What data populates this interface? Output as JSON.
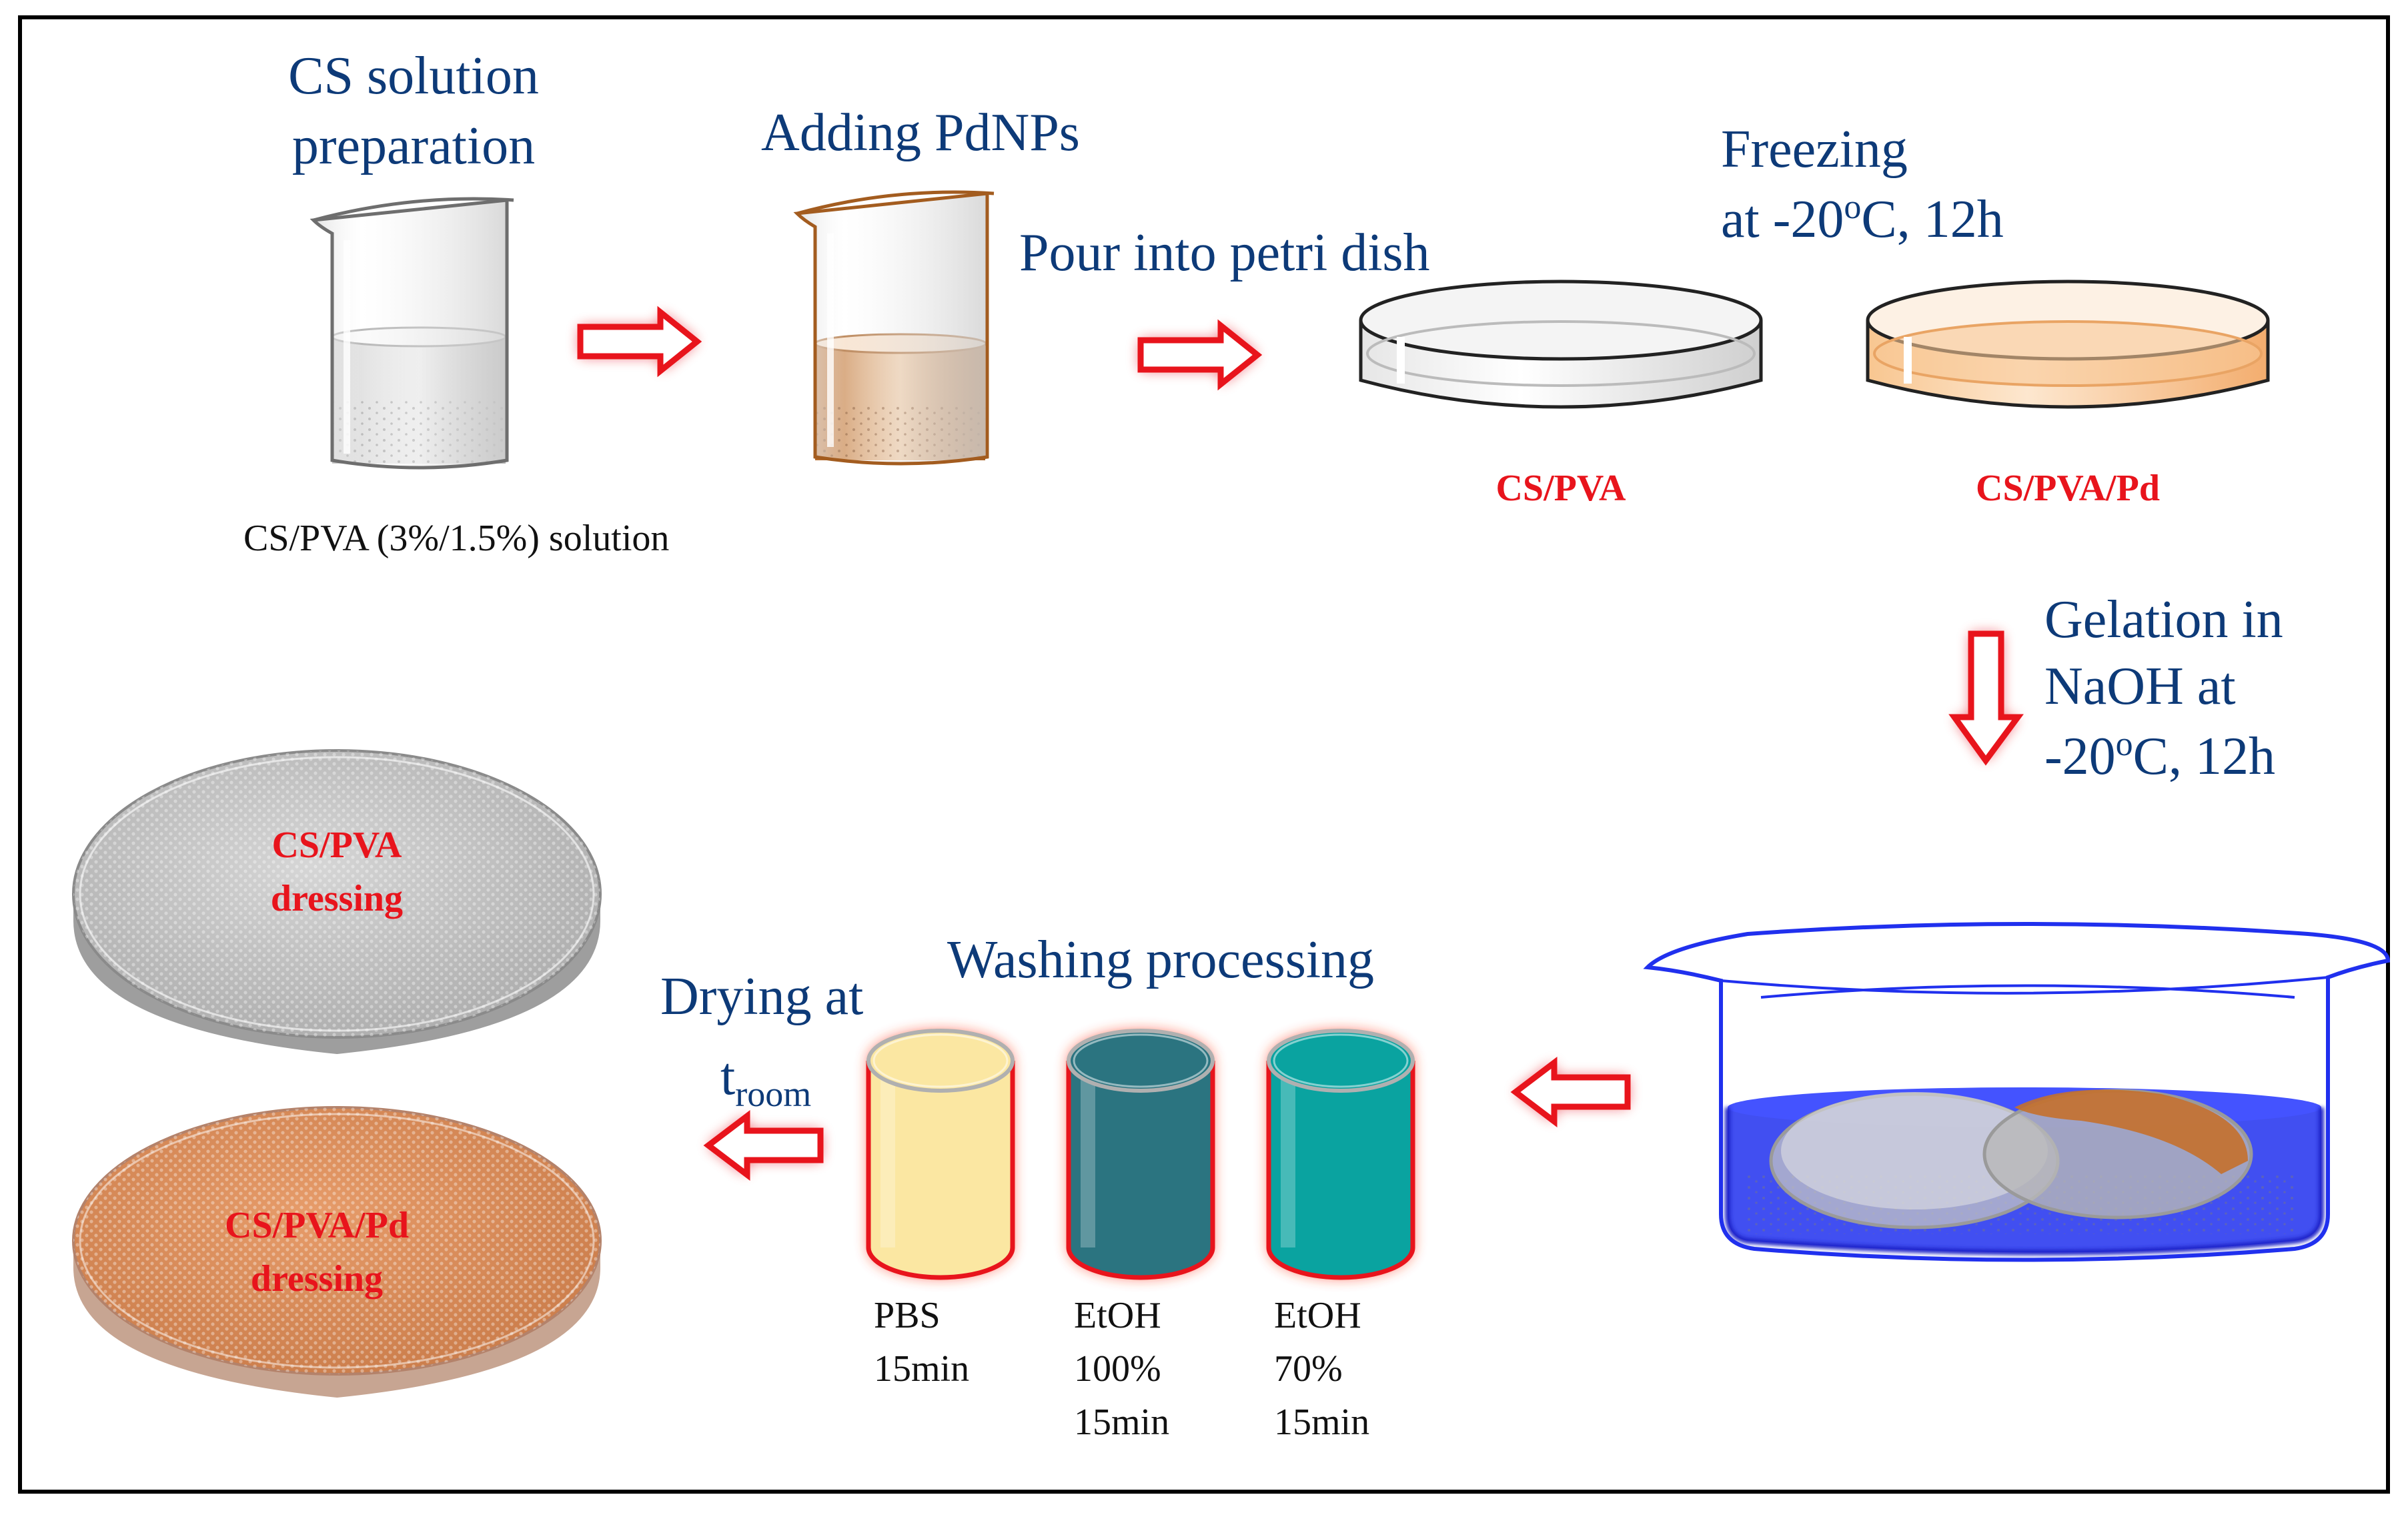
{
  "steps": {
    "cs_solution_line1": "CS solution",
    "cs_solution_line2": "preparation",
    "cs_pva_solution": "CS/PVA (3%/1.5%) solution",
    "adding_pdnps": "Adding PdNPs",
    "pour_into_petri": "Pour into petri dish",
    "freezing_line1": "Freezing",
    "freezing_line2_prefix": "at -20",
    "freezing_line2_sup": "o",
    "freezing_line2_suffix": "C, 12h",
    "gelation_line1": "Gelation in",
    "gelation_line2": "NaOH at",
    "gelation_line3_prefix": "-20",
    "gelation_line3_sup": "o",
    "gelation_line3_suffix": "C, 12h",
    "washing": "Washing processing",
    "drying_line1": "Drying at",
    "drying_t": "t",
    "drying_sub": "room"
  },
  "dishes": {
    "cs_pva": "CS/PVA",
    "cs_pva_pd": "CS/PVA/Pd"
  },
  "dressings": {
    "cs_pva_line1": "CS/PVA",
    "cs_pva_line2": "dressing",
    "cs_pva_pd_line1": "CS/PVA/Pd",
    "cs_pva_pd_line2": "dressing"
  },
  "washes": [
    {
      "line1": "PBS",
      "line2": "15min",
      "line3": "",
      "color": "#fbe7a2"
    },
    {
      "line1": "EtOH",
      "line2": "100%",
      "line3": "15min",
      "color": "#2b7480"
    },
    {
      "line1": "EtOH",
      "line2": "70%",
      "line3": "15min",
      "color": "#0aa3a0"
    }
  ],
  "colors": {
    "arrow_red": "#e8141c",
    "label_blue": "#0d3a78",
    "label_red": "#e8141c",
    "pd_brown": "#b5692a",
    "naoh_blue": "#2030ee"
  }
}
